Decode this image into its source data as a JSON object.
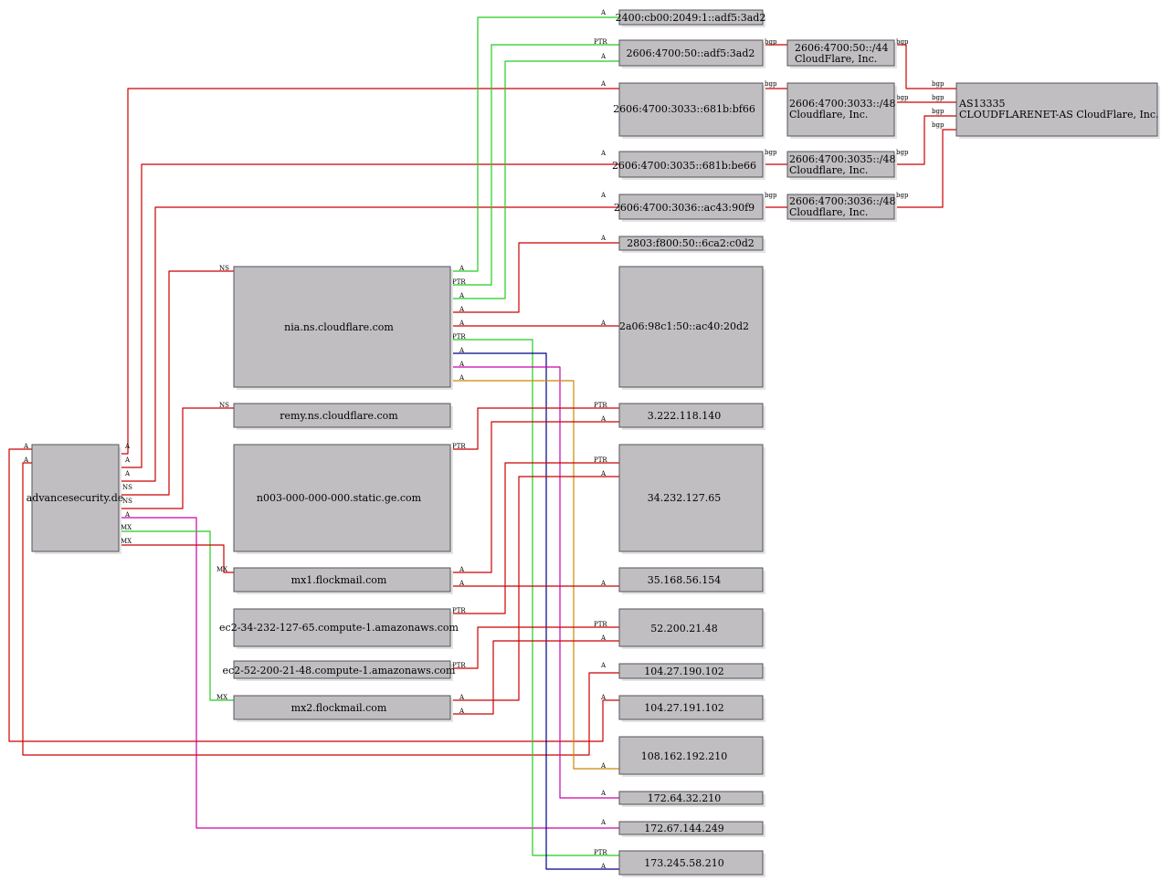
{
  "edge_colors": {
    "red": "#cc0000",
    "green": "#22cc22",
    "navy": "#000088",
    "magenta": "#cc00aa",
    "orange": "#cc8800"
  },
  "nodes": {
    "advancesecurity": "advancesecurity.de",
    "nia": "nia.ns.cloudflare.com",
    "remy": "remy.ns.cloudflare.com",
    "n003": "n003-000-000-000.static.ge.com",
    "mx1": "mx1.flockmail.com",
    "ec2_34": "ec2-34-232-127-65.compute-1.amazonaws.com",
    "ec2_52": "ec2-52-200-21-48.compute-1.amazonaws.com",
    "mx2": "mx2.flockmail.com",
    "ip_2400": "2400:cb00:2049:1::adf5:3ad2",
    "ip_2606_50": "2606:4700:50::adf5:3ad2",
    "ip_3033": "2606:4700:3033::681b:bf66",
    "ip_3035": "2606:4700:3035::681b:be66",
    "ip_3036": "2606:4700:3036::ac43:90f9",
    "ip_2803": "2803:f800:50::6ca2:c0d2",
    "ip_2a06": "2a06:98c1:50::ac40:20d2",
    "ip_3_222": "3.222.118.140",
    "ip_34_232": "34.232.127.65",
    "ip_35_168": "35.168.56.154",
    "ip_52_200": "52.200.21.48",
    "ip_104_190": "104.27.190.102",
    "ip_104_191": "104.27.191.102",
    "ip_108": "108.162.192.210",
    "ip_172_64": "172.64.32.210",
    "ip_172_67": "172.67.144.249",
    "ip_173": "173.245.58.210",
    "pfx_50_44": [
      "2606:4700:50::/44",
      "CloudFlare, Inc."
    ],
    "pfx_3033": [
      "2606:4700:3033::/48",
      "Cloudflare, Inc."
    ],
    "pfx_3035": [
      "2606:4700:3035::/48",
      "Cloudflare, Inc."
    ],
    "pfx_3036": [
      "2606:4700:3036::/48",
      "Cloudflare, Inc."
    ],
    "asn": [
      "AS13335",
      "CLOUDFLARENET-AS CloudFlare, Inc."
    ]
  },
  "edge_labels": {
    "a": "A",
    "ptr": "PTR",
    "ns": "NS",
    "mx": "MX",
    "bgp": "bgp"
  }
}
